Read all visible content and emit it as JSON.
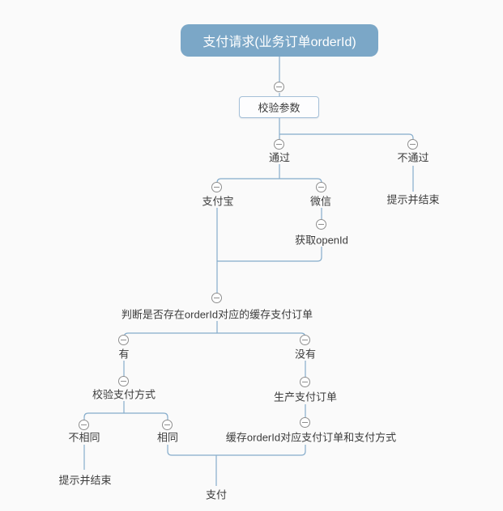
{
  "diagram": {
    "type": "mindmap-flowchart",
    "colors": {
      "background": "#fafafa",
      "root_fill": "#7ba7c7",
      "root_text": "#ffffff",
      "box_border": "#a5c0d8",
      "box_fill": "#fdfdfe",
      "connector": "#85accb",
      "collapse_icon": "#8e8e8e",
      "label_text": "#3c3c3c"
    },
    "icons": {
      "collapse": "minus-circle"
    },
    "nodes": {
      "root": {
        "label": "支付请求(业务订单orderId)"
      },
      "check_params": {
        "label": "校验参数"
      },
      "pass": {
        "label": "通过"
      },
      "fail": {
        "label": "不通过"
      },
      "fail_hint": {
        "label": "提示并结束"
      },
      "alipay": {
        "label": "支付宝"
      },
      "wechat": {
        "label": "微信"
      },
      "get_openid": {
        "label": "获取openId"
      },
      "check_cache": {
        "label": "判断是否存在orderId对应的缓存支付订单"
      },
      "yes": {
        "label": "有"
      },
      "no": {
        "label": "没有"
      },
      "verify_method": {
        "label": "校验支付方式"
      },
      "different": {
        "label": "不相同"
      },
      "same": {
        "label": "相同"
      },
      "different_hint": {
        "label": "提示并结束"
      },
      "create_order": {
        "label": "生产支付订单"
      },
      "cache_order": {
        "label": "缓存orderId对应支付订单和支付方式"
      },
      "pay": {
        "label": "支付"
      }
    }
  }
}
